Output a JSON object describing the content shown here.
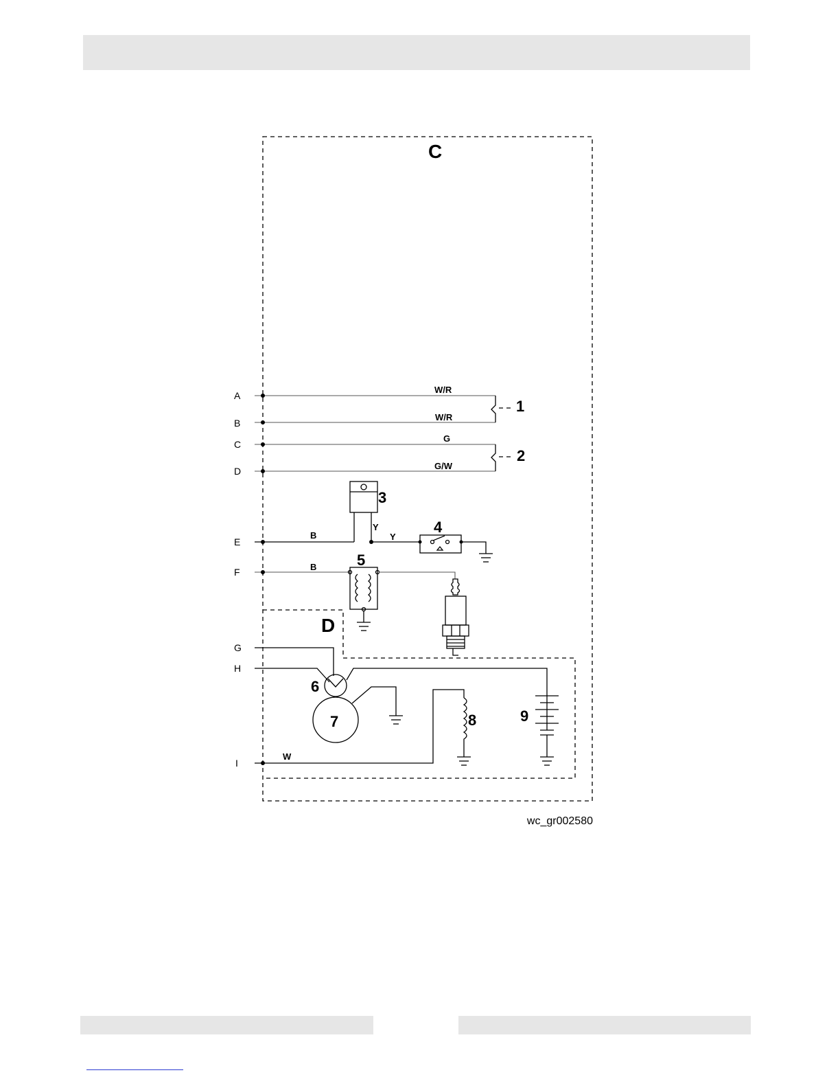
{
  "page": {
    "header_bar": "",
    "footer_left": "",
    "footer_right": ""
  },
  "diagram": {
    "box_labels": {
      "outer": "C",
      "inner": "D"
    },
    "connector_pins": [
      "A",
      "B",
      "C",
      "D",
      "E",
      "F",
      "G",
      "H",
      "I"
    ],
    "wire_labels": {
      "a": "W/R",
      "b": "W/R",
      "c": "G",
      "d": "G/W",
      "e": "B",
      "e_up": "Y",
      "e_right": "Y",
      "f": "B",
      "i": "W"
    },
    "components": [
      "1",
      "2",
      "3",
      "4",
      "5",
      "6",
      "7",
      "8",
      "9"
    ],
    "figure_ref": "wc_gr002580"
  }
}
